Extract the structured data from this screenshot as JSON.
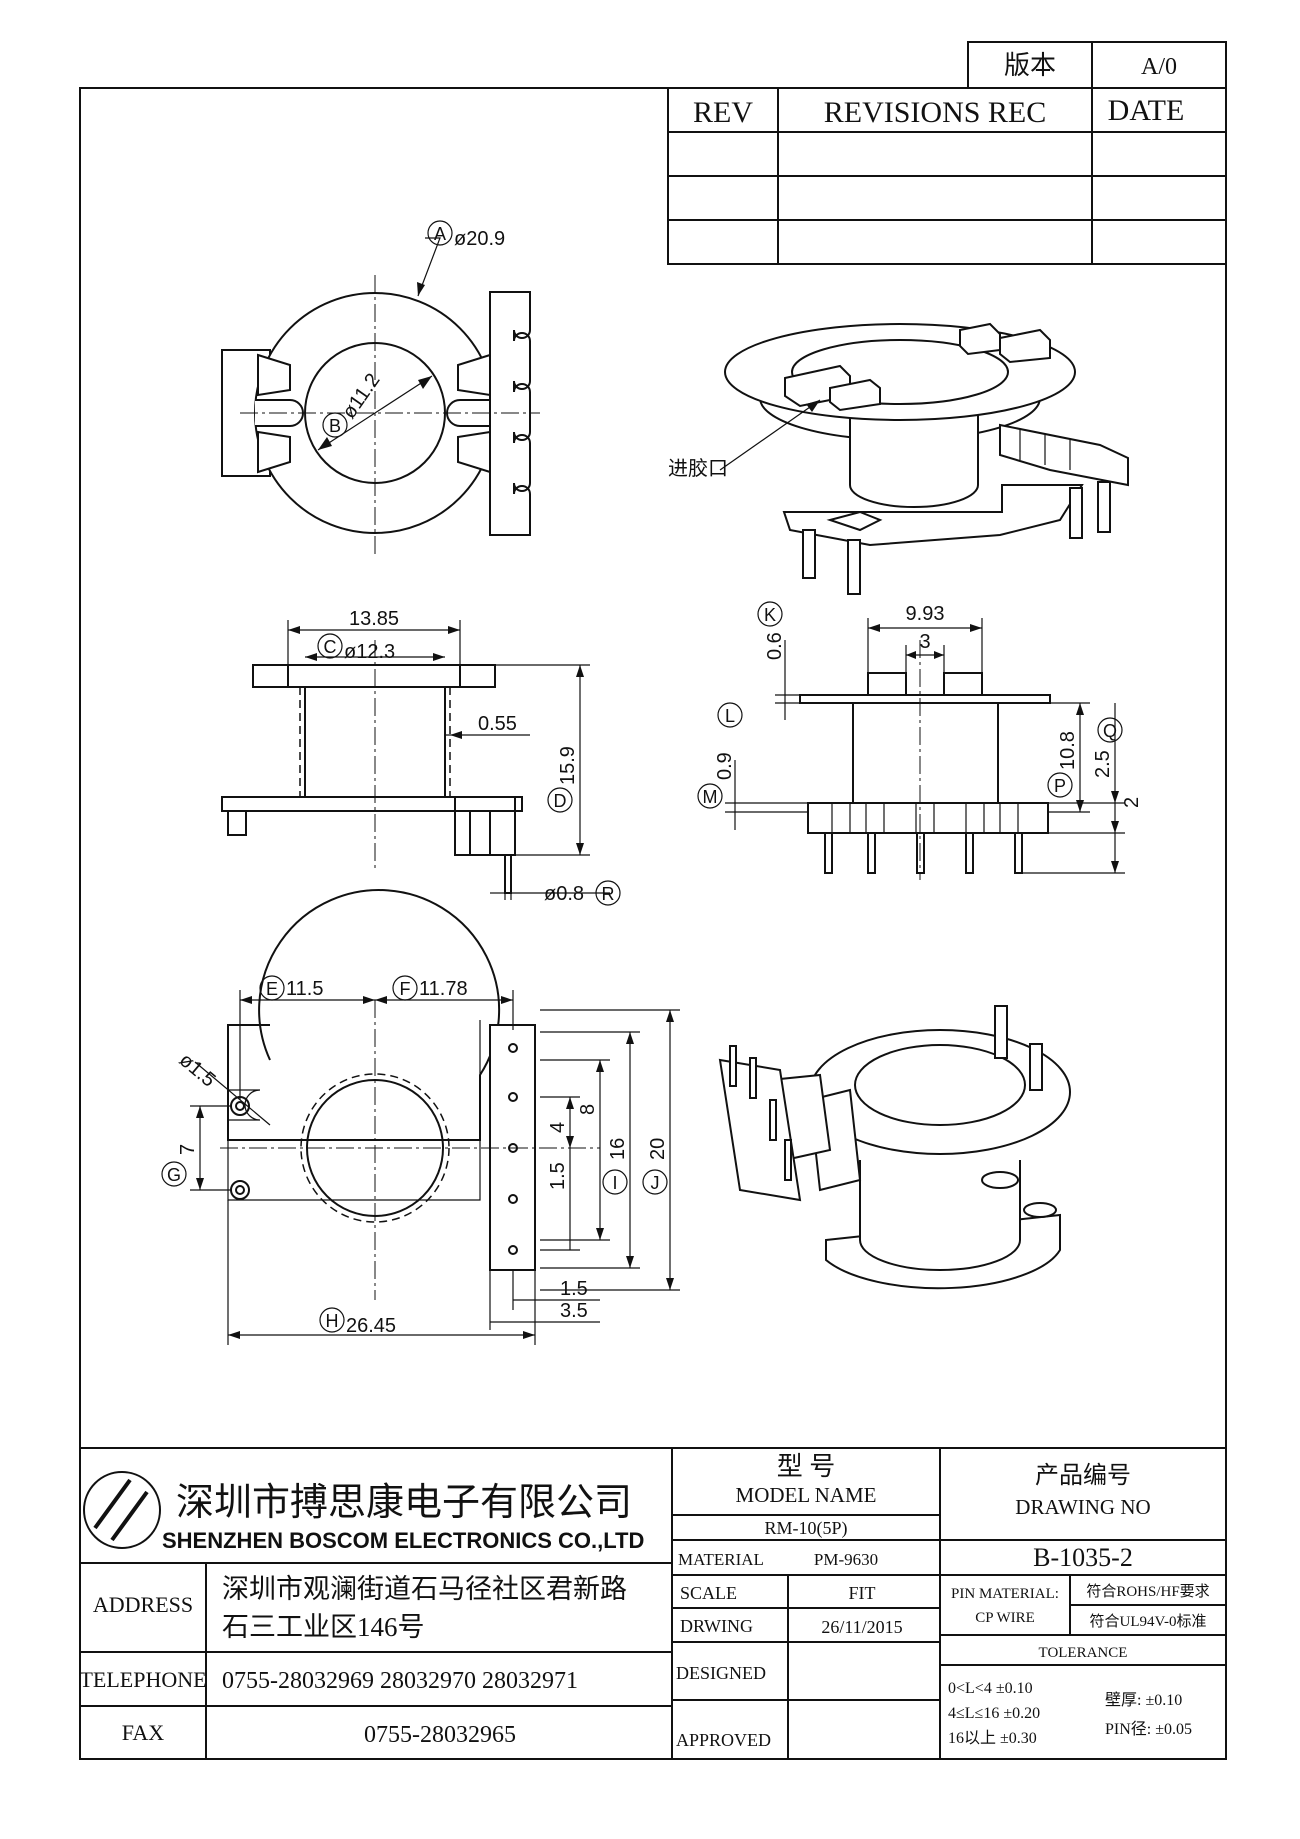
{
  "version_box": {
    "label": "版本",
    "value": "A/0"
  },
  "revisions": {
    "rev": "REV",
    "rec": "REVISIONS REC",
    "date": "DATE"
  },
  "dims": {
    "A": "A",
    "A_val": "ø20.9",
    "B": "B",
    "B_val": "ø11.2",
    "C": "C",
    "C_val": "ø12.3",
    "d1385": "13.85",
    "d055": "0.55",
    "D": "D",
    "D_val": "15.9",
    "R": "R",
    "R_val": "ø0.8",
    "K": "K",
    "K_val": "0.6",
    "d993": "9.93",
    "d3": "3",
    "L": "L",
    "M": "M",
    "M_val": "0.9",
    "P": "P",
    "P_val": "10.8",
    "Q": "Q",
    "Q_val": "2.5",
    "d2": "2",
    "E": "E",
    "E_val": "11.5",
    "F": "F",
    "F_val": "11.78",
    "d15a": "ø1.5",
    "G": "G",
    "G_val": "7",
    "d8": "8",
    "d4": "4",
    "d15b": "1.5",
    "I": "I",
    "I_val": "16",
    "J": "J",
    "J_val": "20",
    "d15c": "1.5",
    "d35": "3.5",
    "H": "H",
    "H_val": "26.45"
  },
  "gate_label": "进胶口",
  "company": {
    "name_cn": "深圳市搏思康电子有限公司",
    "name_en": "SHENZHEN BOSCOM ELECTRONICS CO.,LTD",
    "address_label": "ADDRESS",
    "address_line1": "深圳市观澜街道石马径社区君新路",
    "address_line2": "石三工业区146号",
    "telephone_label": "TELEPHONE",
    "telephone": "0755-28032969 28032970 28032971",
    "fax_label": "FAX",
    "fax": "0755-28032965"
  },
  "model": {
    "title_cn": "型    号",
    "title_en": "MODEL NAME",
    "name": "RM-10(5P)",
    "material_label": "MATERIAL",
    "material": "PM-9630",
    "scale_label": "SCALE",
    "scale": "FIT",
    "drawing_label": "DRWING",
    "drawing_date": "26/11/2015",
    "designed_label": "DESIGNED",
    "approved_label": "APPROVED"
  },
  "product": {
    "title_cn": "产品编号",
    "title_en": "DRAWING NO",
    "number": "B-1035-2",
    "pin_material_label": "PIN MATERIAL:",
    "cp_wire": "CP WIRE",
    "rohs": "符合ROHS/HF要求",
    "ul": "符合UL94V-0标准",
    "tolerance_label": "TOLERANCE",
    "tol1": "0<L<4    ±0.10",
    "tol2": "4≤L≤16  ±0.20",
    "tol3": "16以上     ±0.30",
    "wall": "壁厚:  ±0.10",
    "pin": "PIN径: ±0.05"
  }
}
